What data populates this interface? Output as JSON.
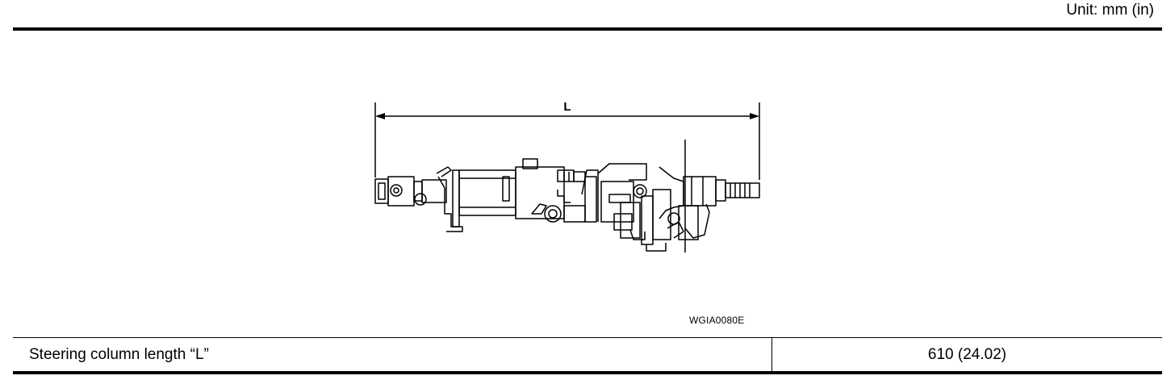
{
  "header": {
    "unit_label": "Unit: mm (in)"
  },
  "figure": {
    "dimension_label": "L",
    "figure_id": "WGIA0080E",
    "icon": "steering-column-drawing"
  },
  "spec_table": {
    "rows": [
      {
        "label": "Steering column length “L”",
        "value": "610 (24.02)"
      }
    ]
  }
}
